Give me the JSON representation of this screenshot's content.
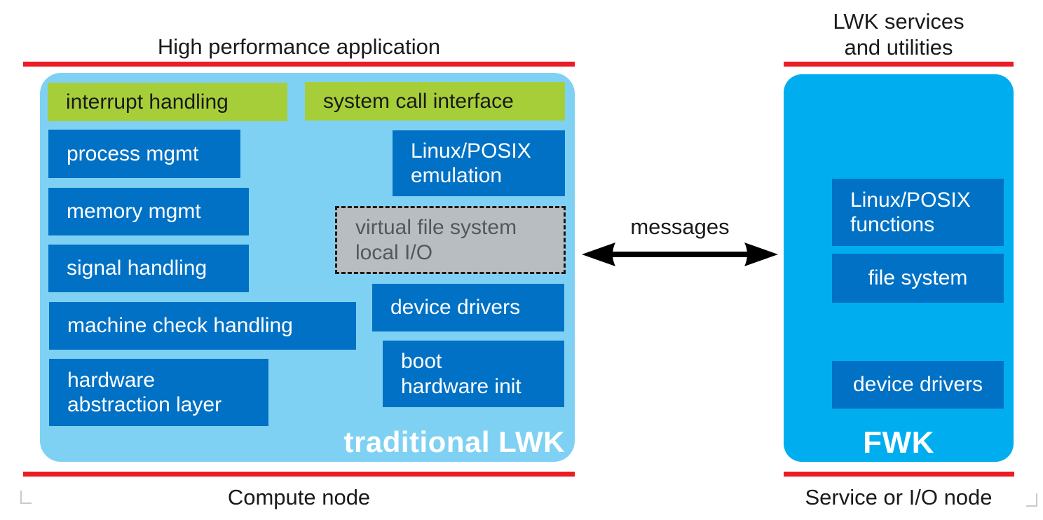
{
  "colors": {
    "panel_light_blue": "#7FD1F3",
    "panel_cyan": "#00AEEF",
    "box_blue": "#0071C5",
    "box_green": "#A6CE39",
    "line_red": "#EC1C24",
    "vfs_gray_fill": "#B8BDC1",
    "vfs_text_gray": "#55585A",
    "text_dark": "#1A1A1A",
    "text_white": "#FFFFFF"
  },
  "headers": {
    "left": "High performance application",
    "right": "LWK services\nand utilities"
  },
  "footers": {
    "left": "Compute node",
    "right": "Service or I/O node"
  },
  "lwk": {
    "name": "traditional LWK",
    "interrupt_handling": "interrupt handling",
    "system_call_interface": "system call interface",
    "process_mgmt": "process mgmt",
    "memory_mgmt": "memory mgmt",
    "signal_handling": "signal handling",
    "machine_check_handling": "machine check handling",
    "hardware_abstraction_layer": "hardware\nabstraction layer",
    "linux_posix_emulation": "Linux/POSIX\nemulation",
    "virtual_file_system": "virtual file system\nlocal I/O",
    "device_drivers": "device drivers",
    "boot_hardware_init": "boot\nhardware init"
  },
  "link": {
    "label": "messages"
  },
  "fwk": {
    "name": "FWK",
    "linux_posix_functions": "Linux/POSIX\nfunctions",
    "file_system": "file system",
    "device_drivers": "device drivers"
  }
}
